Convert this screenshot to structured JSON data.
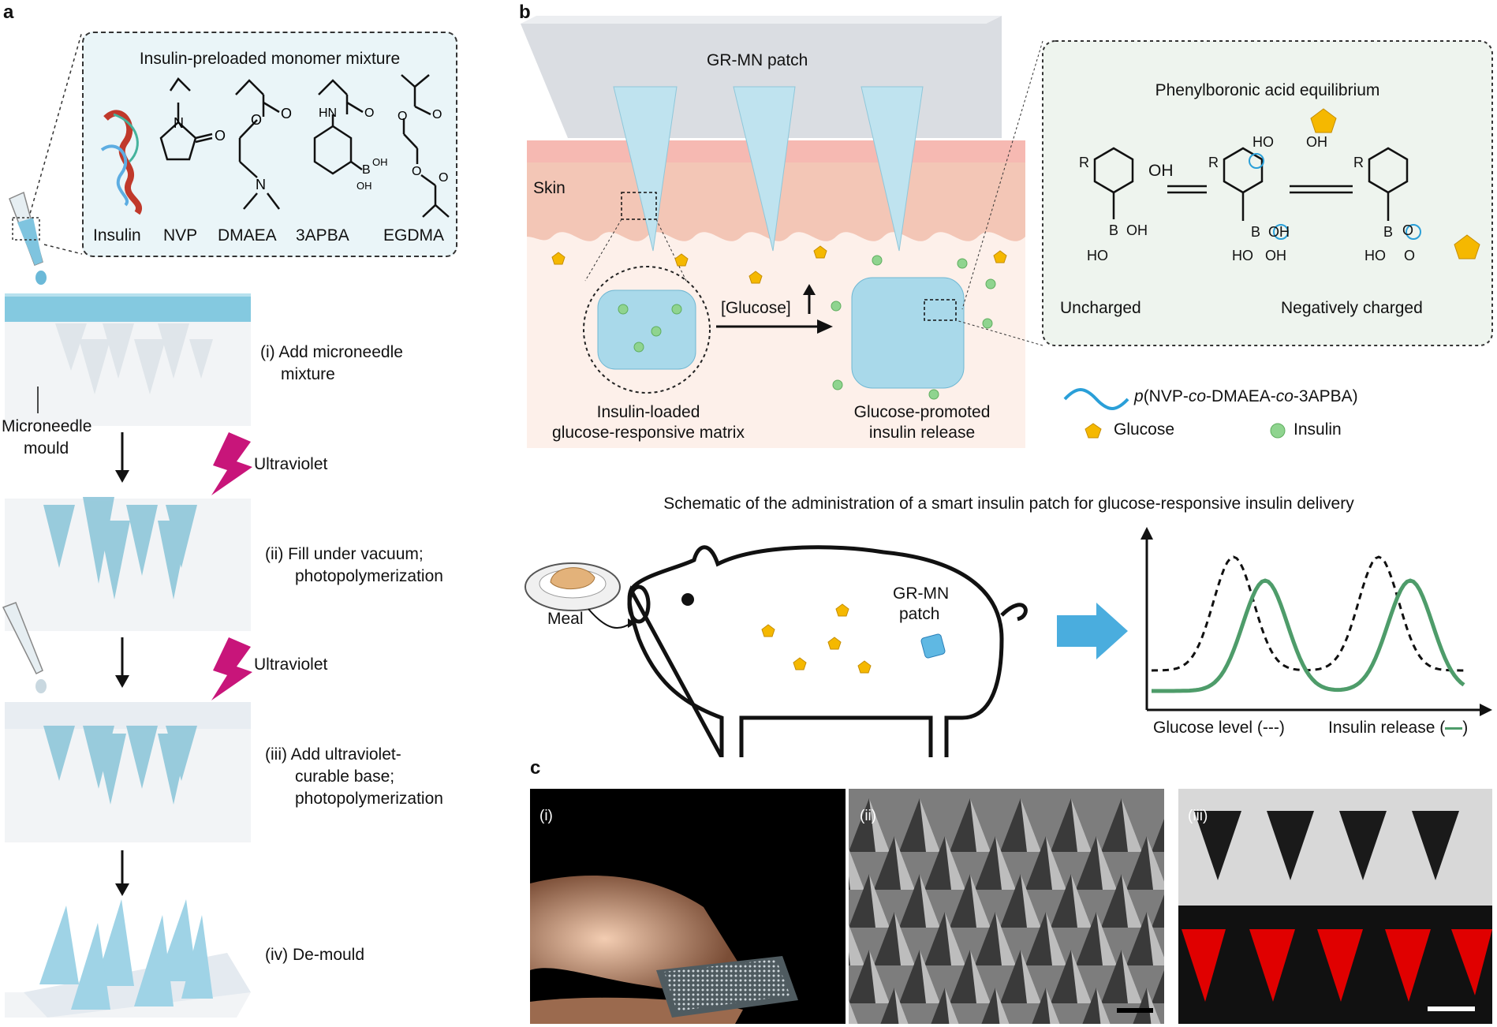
{
  "panels": {
    "a": {
      "letter": "a",
      "monomer_box_title": "Insulin-preloaded monomer mixture",
      "monomers": [
        "Insulin",
        "NVP",
        "DMAEA",
        "3APBA",
        "EGDMA"
      ],
      "chem_labels": {
        "o1": "O",
        "n1": "N",
        "hn": "HN",
        "b": "B",
        "oh1": "OH",
        "oh2": "OH",
        "o_eg1": "O",
        "o_eg2": "O",
        "o_eg3": "O",
        "o_eg4": "O",
        "o_d1": "O",
        "o_d2": "O",
        "o_3a": "O",
        "n_d": "N"
      },
      "steps": {
        "s1": [
          "(i) Add microneedle",
          "mixture"
        ],
        "s2": [
          "(ii) Fill under vacuum;",
          "photopolymerization"
        ],
        "s3": [
          "(iii) Add ultraviolet-",
          "curable base;",
          "photopolymerization"
        ],
        "s4": "(iv) De-mould"
      },
      "mould_label": [
        "Microneedle",
        "mould"
      ],
      "uv_label": "Ultraviolet"
    },
    "b": {
      "letter": "b",
      "patch_label": "GR-MN patch",
      "skin_label": "Skin",
      "glucose_arrow": "[Glucose]",
      "matrix_label": [
        "Insulin-loaded",
        "glucose-responsive matrix"
      ],
      "release_label": [
        "Glucose-promoted",
        "insulin release"
      ],
      "pba_title": "Phenylboronic acid equilibrium",
      "pba_oh": "OH",
      "pba_uncharged": "Uncharged",
      "pba_negative": "Negatively charged",
      "pba_labels": {
        "r": "R",
        "b": "B",
        "oh": "OH",
        "ho": "HO",
        "o": "O",
        "minus": "−",
        "ho_g": "HO",
        "oh_g": "OH"
      },
      "legend": {
        "polymer_p": "p",
        "polymer_rest_1": "(NVP-",
        "polymer_co1": "co",
        "polymer_rest_2": "-DMAEA-",
        "polymer_co2": "co",
        "polymer_rest_3": "-3APBA)",
        "glucose": "Glucose",
        "insulin": "Insulin"
      },
      "schematic_title": "Schematic of the administration of a smart insulin patch for glucose-responsive insulin delivery",
      "meal_label": "Meal",
      "pig_patch_label": [
        "GR-MN",
        "patch"
      ],
      "graph_glucose": "Glucose level (---)",
      "graph_insulin": "Insulin release (",
      "graph_insulin_end": ")"
    },
    "c": {
      "letter": "c",
      "sub": [
        "(i)",
        "(ii)",
        "(iii)"
      ]
    }
  },
  "colors": {
    "needle": "#9fd3e6",
    "skin": "#f3c6b6",
    "glucose": "#f5b800",
    "insulin": "#7fd07f",
    "uv": "#c8157a",
    "curve_insulin": "#4e9c6a",
    "arrow_blue": "#2a9fd8"
  }
}
